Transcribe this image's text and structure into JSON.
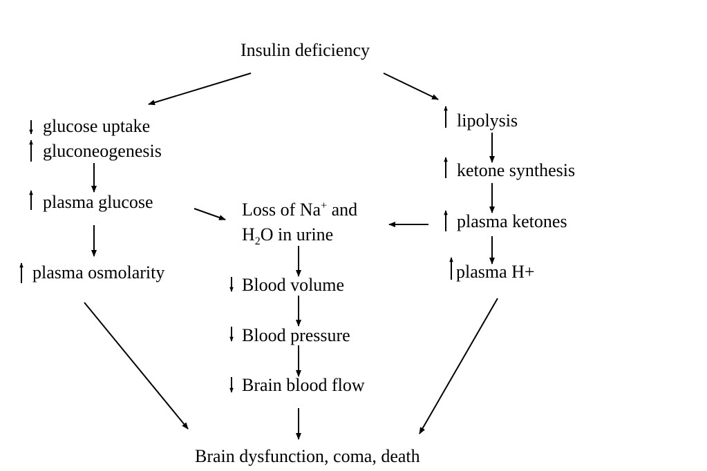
{
  "nodes": {
    "insulin": "Insulin deficiency",
    "glucose_uptake": "glucose uptake",
    "gluconeogenesis": "gluconeogenesis",
    "plasma_glucose": "plasma glucose",
    "plasma_osmolarity": "plasma osmolarity",
    "loss_line1_prefix": "Loss of Na",
    "loss_line1_sup": "+",
    "loss_line1_suffix": " and",
    "loss_line2_prefix": "H",
    "loss_line2_sub": "2",
    "loss_line2_suffix": "O in urine",
    "blood_volume": "Blood volume",
    "blood_pressure": "Blood pressure",
    "brain_blood_flow": "Brain blood flow",
    "lipolysis": "lipolysis",
    "ketone_synthesis": "ketone synthesis",
    "plasma_ketones": "plasma ketones",
    "plasma_h": "plasma H+",
    "outcome": "Brain dysfunction, coma, death"
  }
}
